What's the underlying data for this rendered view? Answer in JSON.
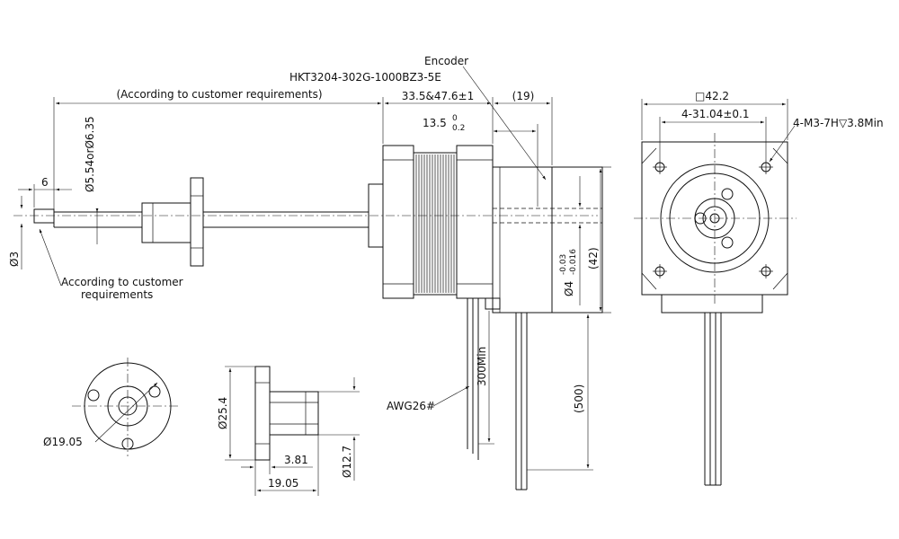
{
  "labels": {
    "customer_req_top": "(According to customer requirements)",
    "encoder": "Encoder",
    "encoder_model": "HKT3204-302G-1000BZ3-5E",
    "dim_body_len": "33.5&47.6±1",
    "dim_19": "(19)",
    "dim_13_5": "13.5",
    "tol_0": "0",
    "tol_0_2": "0.2",
    "dim_shaft_dia": "Ø5.54orØ6.35",
    "dim_6": "6",
    "dim_3": "Ø3",
    "customer_req_left_1": "According to customer",
    "customer_req_left_2": "requirements",
    "dim_4_dia": "Ø4",
    "tol_4_upper": "-0.03",
    "tol_4_lower": "-0.016",
    "dim_42": "(42)",
    "dim_300min": "300Min",
    "awg": "AWG26#",
    "dim_500": "(500)",
    "dim_square": "□42.2",
    "dim_pcd": "4-31.04±0.1",
    "dim_thread": "4-M3-7H▽3.8Min",
    "dim_19_05_dia": "Ø19.05",
    "dim_25_4": "Ø25.4",
    "dim_3_81": "3.81",
    "dim_12_7": "Ø12.7",
    "dim_19_05": "19.05"
  }
}
